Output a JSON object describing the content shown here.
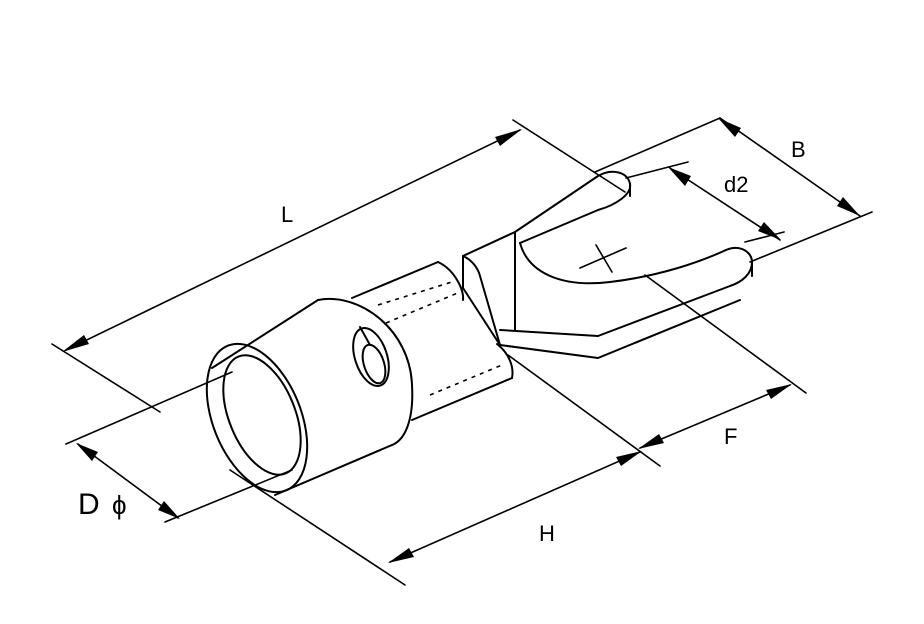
{
  "dimensions": {
    "L": "L",
    "B": "B",
    "d2": "d2",
    "F": "F",
    "H": "H",
    "D": "D",
    "phi": "ϕ"
  }
}
